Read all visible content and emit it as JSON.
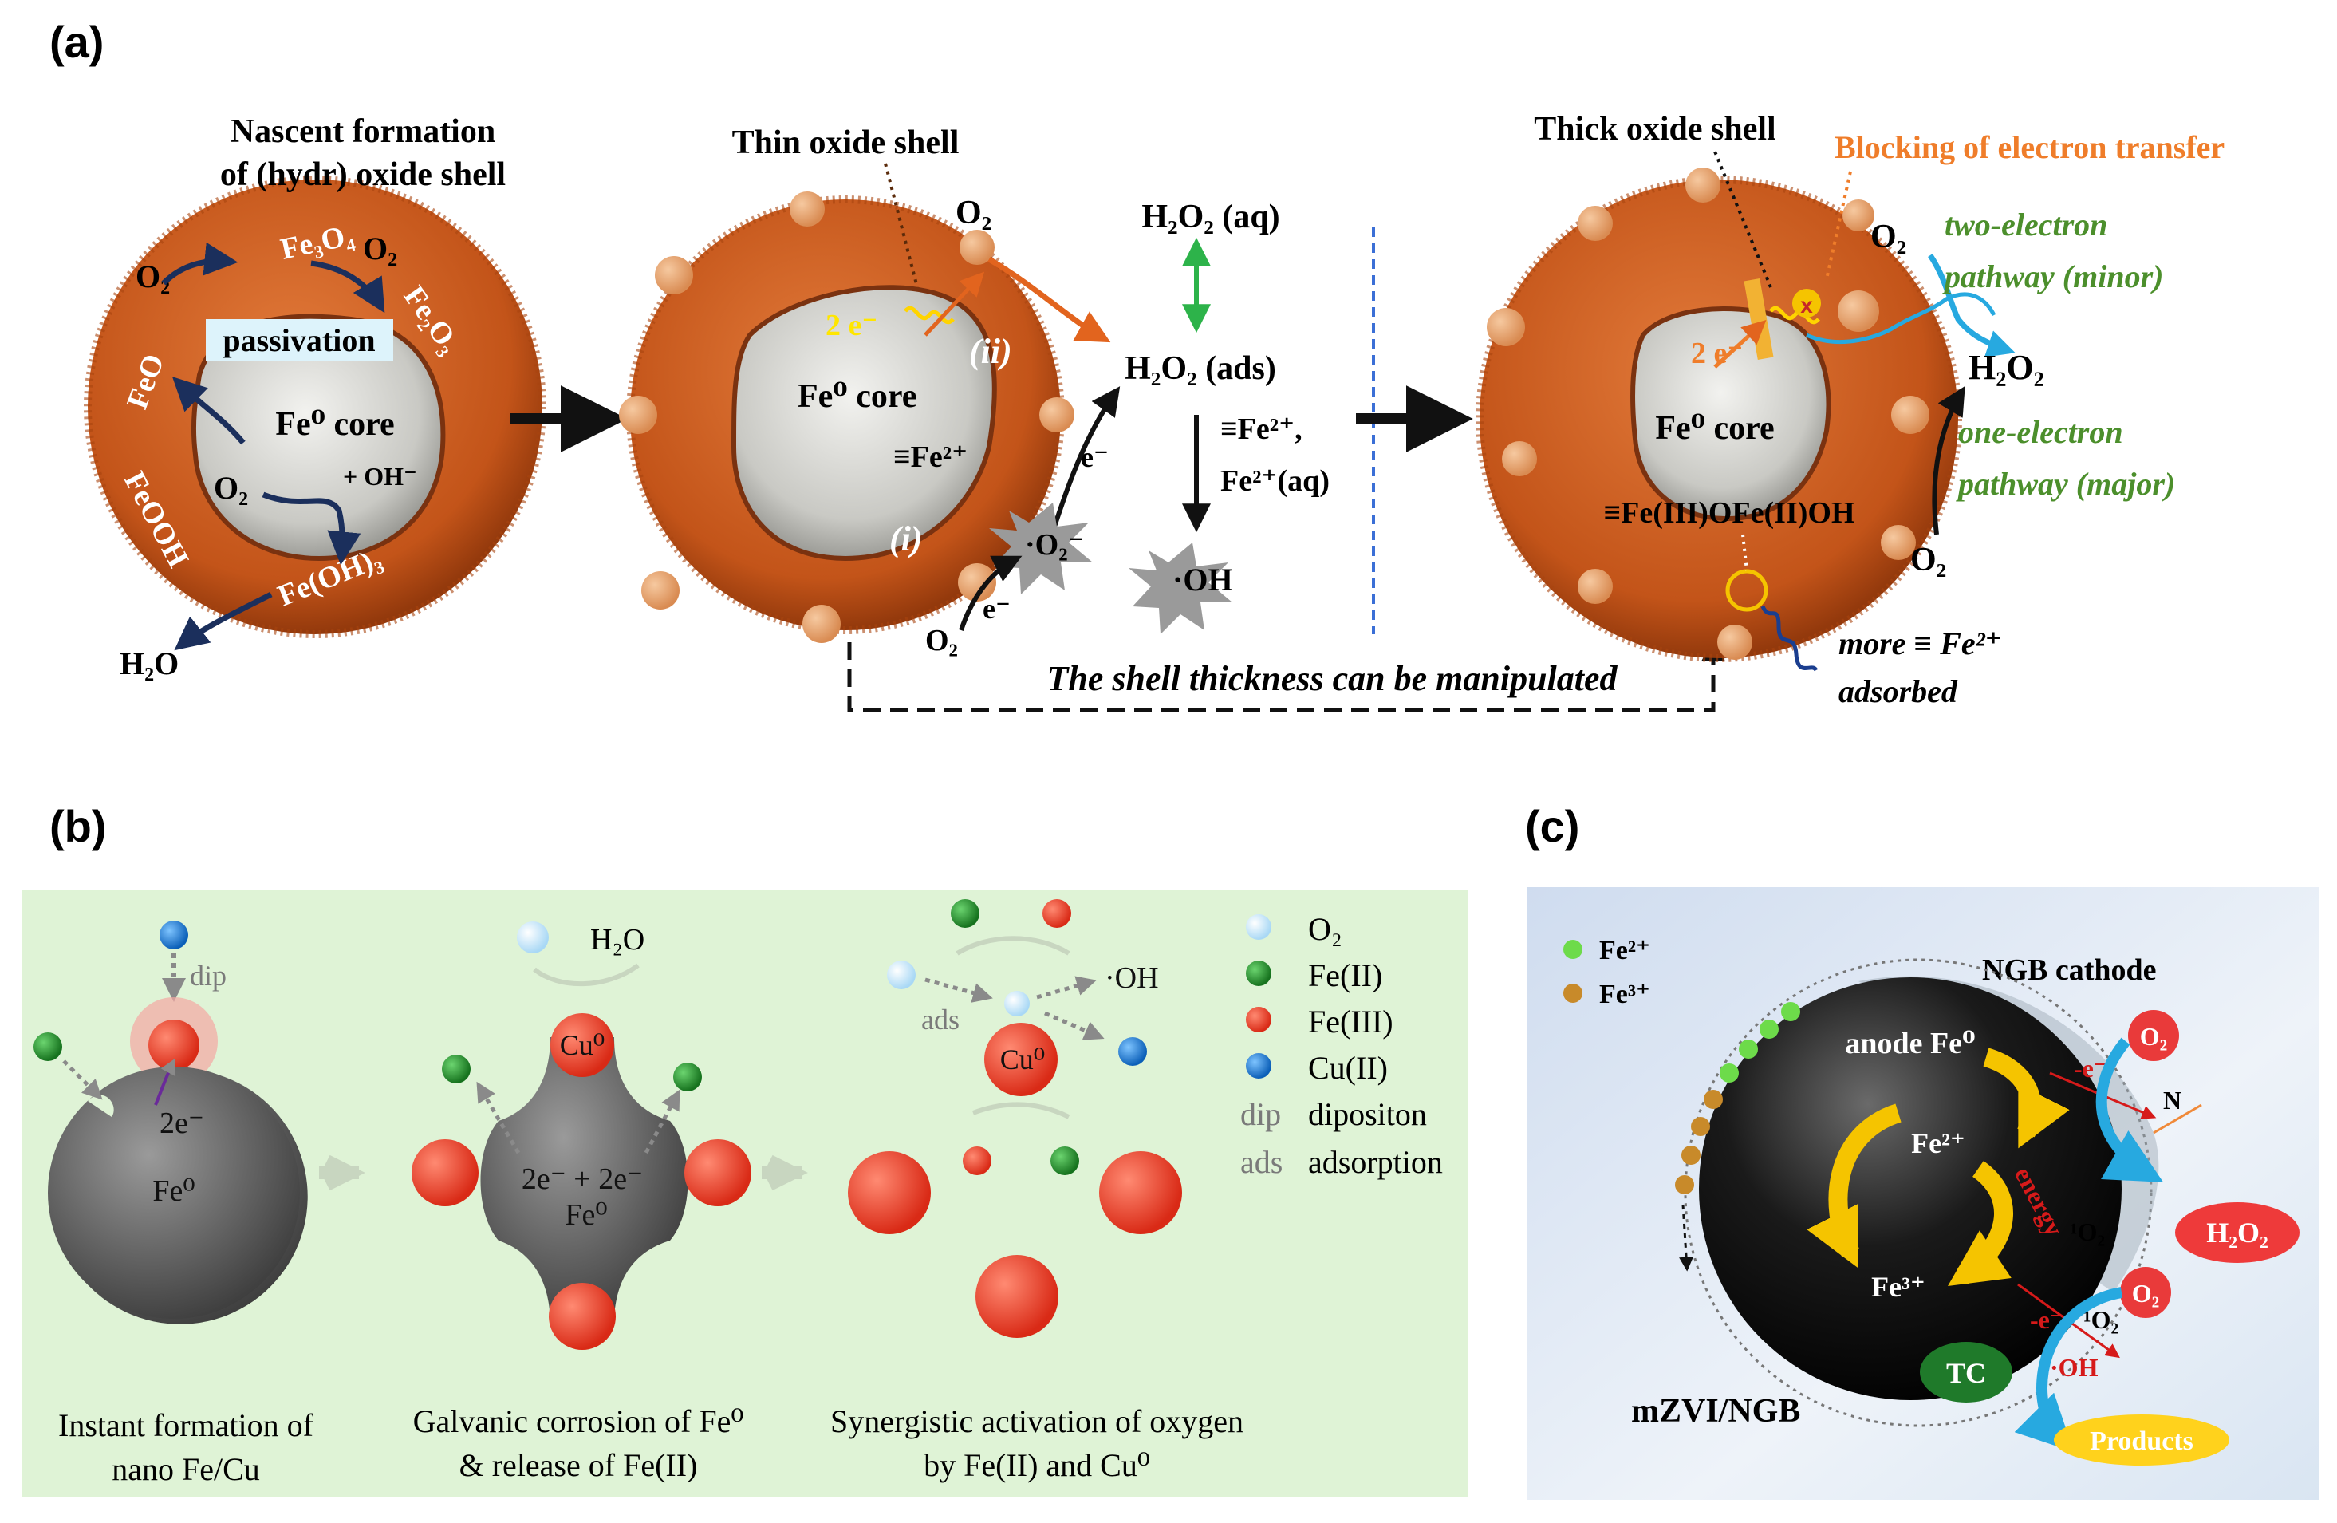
{
  "panel_labels": {
    "a": "(a)",
    "b": "(b)",
    "c": "(c)"
  },
  "panel_a": {
    "s1_title_1": "Nascent formation",
    "s1_title_2": "of (hydr) oxide shell",
    "fe3o4": "Fe₃O₄",
    "fe2o3": "Fe₂O₃",
    "feo": "FeO",
    "feooh": "FeOOH",
    "feoh3": "Fe(OH)₃",
    "passivation": "passivation",
    "core": "Fe⁰ core",
    "oh_minus": "+ OH⁻",
    "o2": "O₂",
    "h2o": "H₂O",
    "thin_shell": "Thin oxide shell",
    "two_e": "2 e⁻",
    "label_ii": "(ii)",
    "label_i": "(i)",
    "fe2_surface": "≡Fe²⁺",
    "e_minus": "e⁻",
    "superoxide": "·O₂⁻",
    "h2o2_aq": "H₂O₂ (aq)",
    "h2o2_ads": "H₂O₂ (ads)",
    "fe2_ads": "≡Fe²⁺,",
    "fe2_aq": "Fe²⁺(aq)",
    "oh_radical": "·OH",
    "manipulated": "The shell thickness can be manipulated",
    "thick_shell": "Thick oxide shell",
    "blocking": "Blocking of electron transfer",
    "two_electron_1": "two-electron",
    "two_electron_2": "pathway (minor)",
    "one_electron_1": "one-electron",
    "one_electron_2": "pathway (major)",
    "h2o2": "H₂O₂",
    "surface_complex": "≡Fe(III)OFe(II)OH",
    "more_fe_1": "more ≡ Fe²⁺",
    "more_fe_2": "adsorbed",
    "x_mark": "x"
  },
  "panel_b": {
    "dip": "dip",
    "two_e": "2e⁻",
    "fe0": "Fe⁰",
    "h2o": "H₂O",
    "cu0": "Cu⁰",
    "two_e_two_e": "2e⁻ + 2e⁻",
    "oh_radical": "·OH",
    "ads": "ads",
    "caption1_1": "Instant formation of",
    "caption1_2": "nano Fe/Cu",
    "caption2_1": "Galvanic corrosion of Fe⁰",
    "caption2_2": "& release of Fe(II)",
    "caption3_1": "Synergistic  activation of oxygen",
    "caption3_2": "by Fe(II) and Cu⁰",
    "legend": [
      {
        "key": "O₂",
        "swatch": "#bfe3f7"
      },
      {
        "key": "Fe(II)",
        "swatch": "#1f8f2a"
      },
      {
        "key": "Fe(III)",
        "swatch": "#e8321c"
      },
      {
        "key": "Cu(II)",
        "swatch": "#1b7fd6"
      },
      {
        "key_text": "dip",
        "key": "dipositon"
      },
      {
        "key_text": "ads",
        "key": "adsorption"
      }
    ]
  },
  "panel_c": {
    "fe2": "Fe²⁺",
    "fe3": "Fe³⁺",
    "ngb_cathode": "NGB cathode",
    "anode": "anode Fe⁰",
    "fe2_inner": "Fe²⁺",
    "fe3_inner": "Fe³⁺",
    "e_minus": "-e⁻",
    "e_minus2": "-e⁻",
    "energy": "energy",
    "singlet_o2": "¹O₂",
    "singlet_o2_b": "¹O₂",
    "o2": "O₂",
    "h2o2": "H₂O₂",
    "n": "N",
    "tc": "TC",
    "oh": "·OH",
    "products": "Products",
    "mzvi": "mZVI/NGB"
  },
  "colors": {
    "shell": "#c85a20",
    "shell_dark": "#8c3a10",
    "core": "#d4d4d0",
    "navy": "#1b2f5c",
    "orange": "#ef7d2a",
    "green_text": "#4c8f2c",
    "cyan": "#27a9e0",
    "panel_b_bg": "#dff3d6",
    "panel_c_bg": "#dbe6f2"
  }
}
